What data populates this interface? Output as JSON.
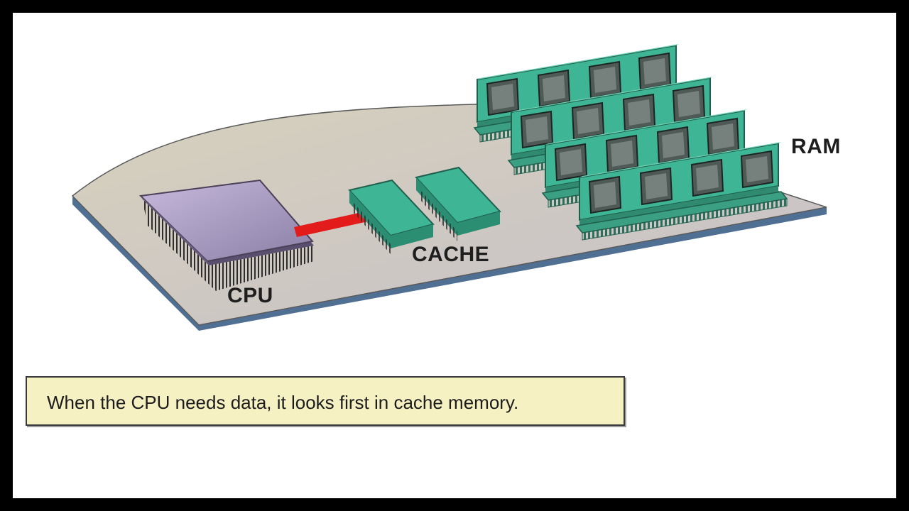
{
  "labels": {
    "cpu": "CPU",
    "cache": "CACHE",
    "ram": "RAM"
  },
  "caption": "When the CPU needs data, it looks first in cache memory.",
  "colors": {
    "board": "#cfcab8",
    "board_edge": "#4f6f93",
    "cpu": "#a89ac0",
    "memory_chip": "#3eb595",
    "arrow": "#e31b1b",
    "caption_bg": "#f6f1c3"
  }
}
